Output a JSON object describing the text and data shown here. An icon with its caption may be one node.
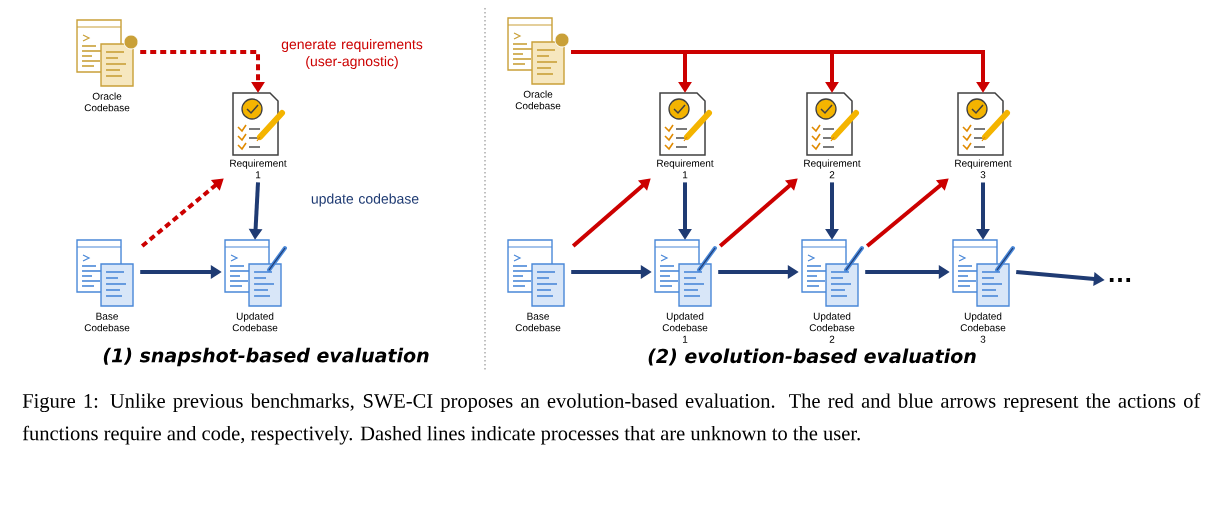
{
  "diagram": {
    "caption": "Figure 1: Unlike previous benchmarks, SWE-CI proposes an evolution-based evaluation. The red and blue arrows represent the actions of functions require and code, respectively. Dashed lines indicate processes that are unknown to the user.",
    "nodes": [
      {
        "text": [
          "Oracle Codebase"
        ]
      },
      {
        "text": [
          "Requirement 1"
        ]
      },
      {
        "text": [
          "Base Codebase"
        ]
      },
      {
        "text": [
          "Updated Codebase"
        ]
      },
      {
        "text": [
          "Oracle Codebase"
        ]
      },
      {
        "text": [
          "Requirement 1"
        ]
      },
      {
        "text": [
          "Requirement 2"
        ]
      },
      {
        "text": [
          "Requirement 3"
        ]
      },
      {
        "text": [
          "Base Codebase"
        ]
      },
      {
        "text": [
          "Updated Codebase 1"
        ]
      },
      {
        "text": [
          "Updated Codebase 2"
        ]
      },
      {
        "text": [
          "Updated Codebase 3"
        ]
      },
      {
        "text": [
          "…"
        ]
      }
    ],
    "edges": [
      {
        "from": 0,
        "to": 1,
        "arrow": "to",
        "style": "dashed",
        "color": "#cc0000",
        "label": "generate requirements (user-agnostic)"
      },
      {
        "from": 2,
        "to": 1,
        "arrow": "to",
        "style": "dashed",
        "color": "#cc0000"
      },
      {
        "from": 1,
        "to": 3,
        "arrow": "to",
        "label": "update codebase"
      },
      {
        "from": 2,
        "to": 3,
        "arrow": "to"
      },
      {
        "from": 4,
        "to": 5,
        "arrow": "to",
        "color": "#cc0000"
      },
      {
        "from": 4,
        "to": 6,
        "arrow": "to",
        "color": "#cc0000"
      },
      {
        "from": 4,
        "to": 7,
        "arrow": "to",
        "color": "#cc0000"
      },
      {
        "from": 8,
        "to": 5,
        "arrow": "to",
        "color": "#cc0000"
      },
      {
        "from": 9,
        "to": 6,
        "arrow": "to",
        "color": "#cc0000"
      },
      {
        "from": 10,
        "to": 7,
        "arrow": "to",
        "color": "#cc0000"
      },
      {
        "from": 5,
        "to": 9,
        "arrow": "to"
      },
      {
        "from": 6,
        "to": 10,
        "arrow": "to"
      },
      {
        "from": 7,
        "to": 11,
        "arrow": "to"
      },
      {
        "from": 8,
        "to": 9,
        "arrow": "to"
      },
      {
        "from": 9,
        "to": 10,
        "arrow": "to"
      },
      {
        "from": 10,
        "to": 11,
        "arrow": "to"
      },
      {
        "from": 11,
        "to": 12,
        "arrow": "to"
      }
    ],
    "labels": [
      "(1) snapshot-based evaluation",
      "(2) evolution-based evaluation"
    ]
  }
}
